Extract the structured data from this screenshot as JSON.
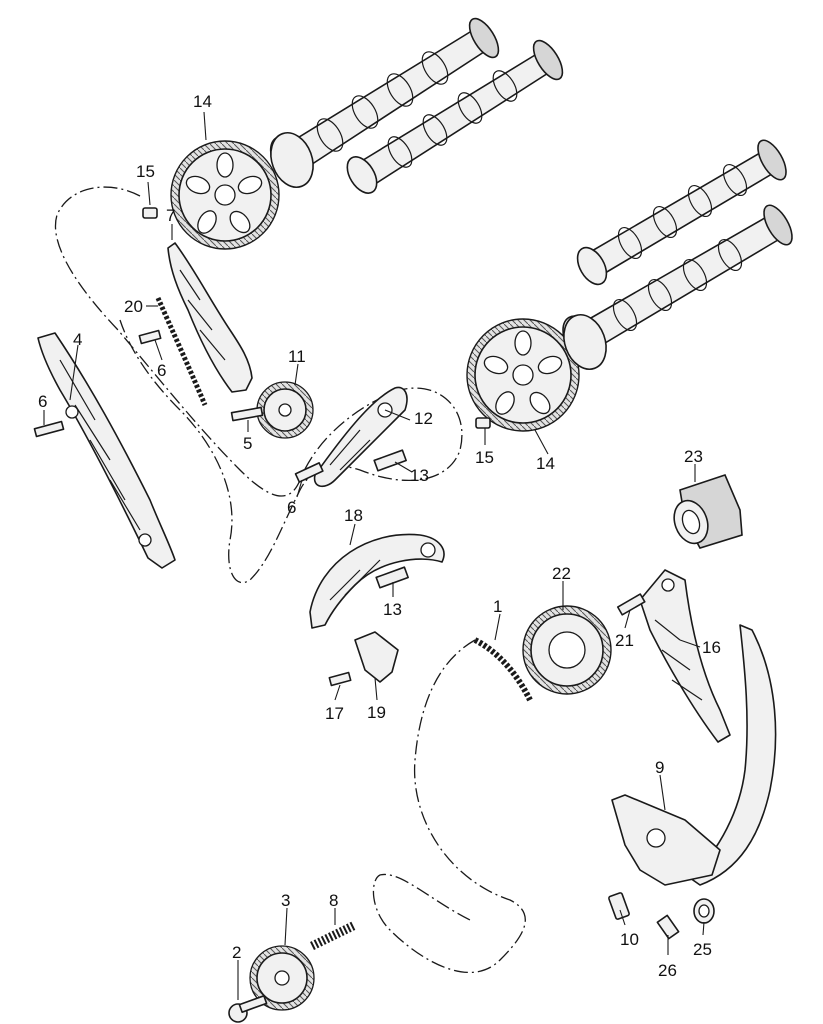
{
  "callouts": [
    {
      "id": "c14a",
      "text": "14"
    },
    {
      "id": "c15a",
      "text": "15"
    },
    {
      "id": "c7",
      "text": "7"
    },
    {
      "id": "c20",
      "text": "20"
    },
    {
      "id": "c6a",
      "text": "6"
    },
    {
      "id": "c4",
      "text": "4"
    },
    {
      "id": "c6b",
      "text": "6"
    },
    {
      "id": "c11",
      "text": "11"
    },
    {
      "id": "c5",
      "text": "5"
    },
    {
      "id": "c12",
      "text": "12"
    },
    {
      "id": "c13a",
      "text": "13"
    },
    {
      "id": "c6c",
      "text": "6"
    },
    {
      "id": "c15b",
      "text": "15"
    },
    {
      "id": "c14b",
      "text": "14"
    },
    {
      "id": "c23",
      "text": "23"
    },
    {
      "id": "c18",
      "text": "18"
    },
    {
      "id": "c13b",
      "text": "13"
    },
    {
      "id": "c22",
      "text": "22"
    },
    {
      "id": "c1",
      "text": "1"
    },
    {
      "id": "c21",
      "text": "21"
    },
    {
      "id": "c16",
      "text": "16"
    },
    {
      "id": "c17",
      "text": "17"
    },
    {
      "id": "c19",
      "text": "19"
    },
    {
      "id": "c9",
      "text": "9"
    },
    {
      "id": "c3",
      "text": "3"
    },
    {
      "id": "c8",
      "text": "8"
    },
    {
      "id": "c2",
      "text": "2"
    },
    {
      "id": "c10",
      "text": "10"
    },
    {
      "id": "c26",
      "text": "26"
    },
    {
      "id": "c25",
      "text": "25"
    }
  ]
}
